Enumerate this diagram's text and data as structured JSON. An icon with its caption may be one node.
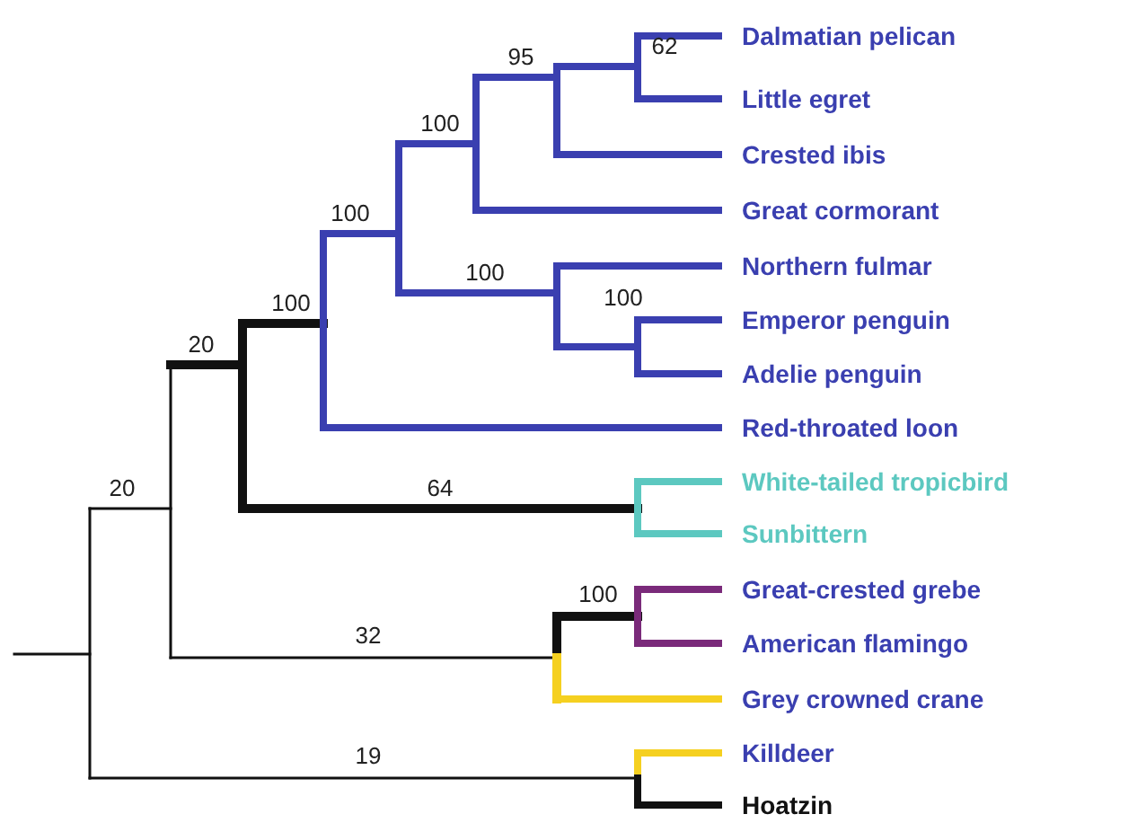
{
  "diagram": {
    "labels": [
      "62",
      "Dalmatian pelican",
      "95",
      "Little egret",
      "100",
      "Crested ibis",
      "100",
      "Great cormorant",
      "100",
      "100",
      "Northern fulmar",
      "Emperor penguin",
      "100",
      "Adelie penguin",
      "20",
      "Red-throated loon",
      "64",
      "White-tailed tropicbird",
      "20",
      "Sunbittern",
      "100",
      "Great-crested grebe",
      "32",
      "American flamingo",
      "Grey crowned crane",
      "19",
      "Killdeer",
      "Hoatzin"
    ]
  }
}
